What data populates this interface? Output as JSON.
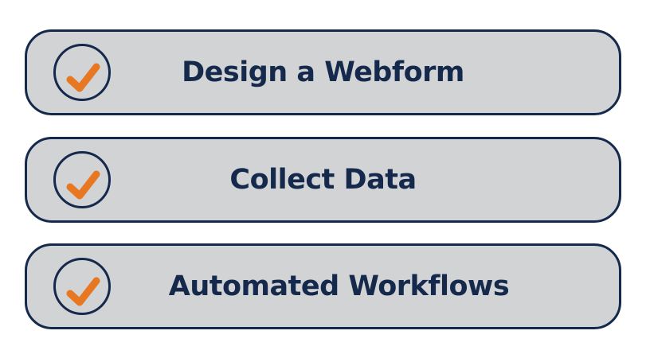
{
  "colors": {
    "border": "#14294b",
    "fill": "#d2d3d5",
    "check": "#e87722",
    "text": "#14294b"
  },
  "steps": [
    {
      "label": "Design a Webform",
      "icon": "check-icon"
    },
    {
      "label": "Collect Data",
      "icon": "check-icon"
    },
    {
      "label": "Automated Workflows",
      "icon": "check-icon"
    }
  ]
}
